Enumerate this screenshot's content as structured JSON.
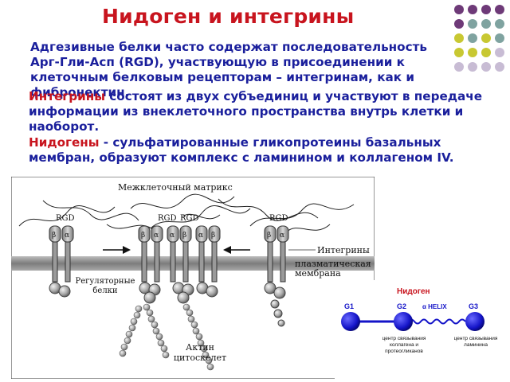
{
  "slide": {
    "title": "Нидоген и интегрины",
    "para1": "Адгезивные белки часто содержат последовательность Арг-Гли-Асп (RGD), участвующую в присоединении к клеточным белковым рецепторам – интегринам, как и фибронектин.",
    "para2_term": "Интегрины",
    "para2_text": " состоят из двух субъединиц и участвуют в передаче информации из внеклеточного пространства внутрь клетки и наоборот.",
    "para3_term": "Нидогены",
    "para3_text": " - сульфатированные гликопротеины базальных мембран, образуют комплекс с ламинином и коллагеном IV."
  },
  "colors": {
    "title": "#c8141e",
    "body_text": "#1a1f9c",
    "dot_purple": "#6e3a78",
    "dot_teal": "#7fa3a0",
    "dot_olive": "#c8c832",
    "dot_lavender": "#c8bcd4"
  },
  "diagram": {
    "extracellular_label": "Межклеточный матрикс",
    "rgd_label": "RGD",
    "alpha_label": "α",
    "beta_label": "β",
    "integrins_label": "Интегрины",
    "membrane_label": "плазматическая мембрана",
    "regulatory_label": "Регуляторные белки",
    "actin_label": "Актин цитоскелет"
  },
  "nidogen": {
    "title": "Нидоген",
    "g1": "G1",
    "g2": "G2",
    "g3": "G3",
    "helix": "α HELIX",
    "g2_caption": "центр связывания коллагена и протеогликанов",
    "g3_caption": "центр связывания ламинина"
  }
}
